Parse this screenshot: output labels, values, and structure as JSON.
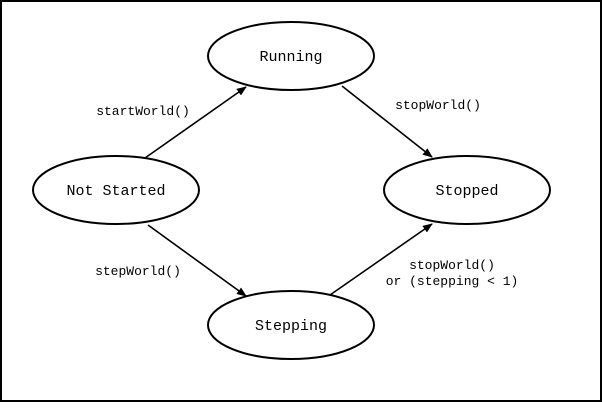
{
  "diagram": {
    "nodes": {
      "running": {
        "label": "Running"
      },
      "not_started": {
        "label": "Not Started"
      },
      "stopped": {
        "label": "Stopped"
      },
      "stepping": {
        "label": "Stepping"
      }
    },
    "edges": {
      "start_world": {
        "label": "startWorld()"
      },
      "stop_world_running": {
        "label": "stopWorld()"
      },
      "step_world": {
        "label": "stepWorld()"
      },
      "stop_world_stepping": {
        "line1": "stopWorld()",
        "line2": "or (stepping < 1)"
      }
    }
  }
}
